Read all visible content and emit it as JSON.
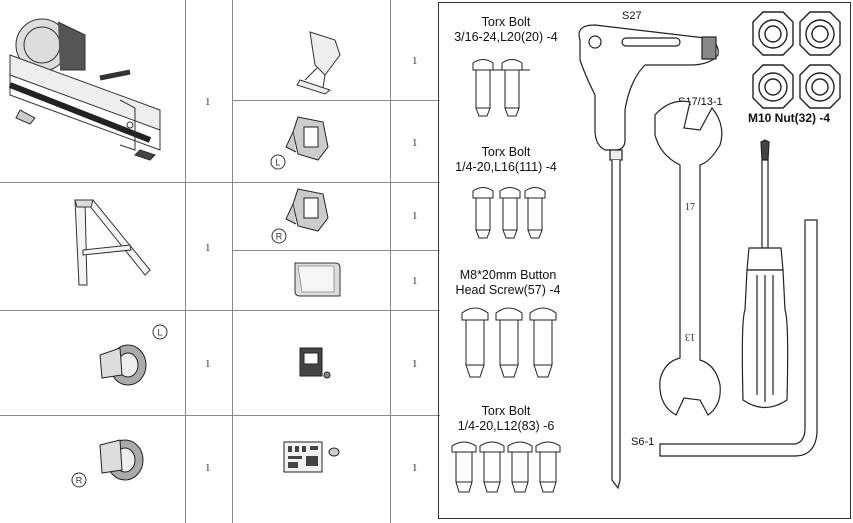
{
  "parts_table": {
    "rows": [
      {
        "main_qty": "1",
        "items": [
          {
            "name": "seat-bracket",
            "qty": "1"
          },
          {
            "name": "left-pedal",
            "qty": "1",
            "tag": "L"
          }
        ]
      },
      {
        "main_qty": "1",
        "items": [
          {
            "name": "right-pedal",
            "qty": "1",
            "tag": "R"
          },
          {
            "name": "seat-cushion",
            "qty": "1"
          }
        ]
      },
      {
        "main_qty": "1",
        "tag": "L",
        "items": [
          {
            "name": "monitor",
            "qty": "1"
          }
        ]
      },
      {
        "main_qty": "1",
        "tag": "R",
        "items": [
          {
            "name": "hardware-kit",
            "qty": "1"
          }
        ]
      }
    ]
  },
  "hardware": {
    "bolt1": {
      "line1": "Torx Bolt",
      "line2": "3/16-24,L20(20) -4"
    },
    "bolt2": {
      "line1": "Torx Bolt",
      "line2": "1/4-20,L16(111) -4"
    },
    "screw": {
      "line1": "M8*20mm Button",
      "line2": "Head Screw(57) -4"
    },
    "bolt3": {
      "line1": "Torx Bolt",
      "line2": "1/4-20,L12(83) -6"
    },
    "nut": "M10 Nut(32) -4",
    "torx_key": "S27",
    "wrench": "S17/13-1",
    "wrench_mark_17": "17",
    "wrench_mark_13": "13",
    "allen_key": "S6-1"
  }
}
